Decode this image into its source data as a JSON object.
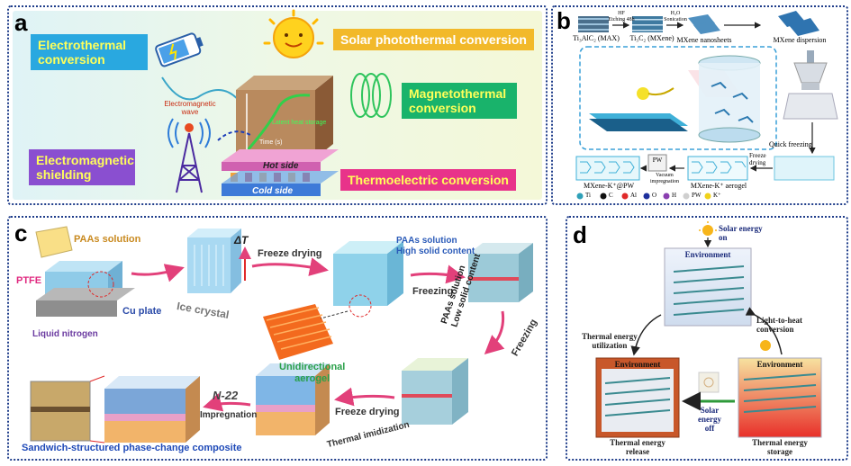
{
  "panel_a": {
    "label": "a",
    "electrothermal": "Electrothermal\nconversion",
    "solar": "Solar photothermal conversion",
    "magnetothermal": "Magnetothermal\nconversion",
    "electromagnetic_shielding": "Electromagnetic\nshielding",
    "thermoelectric": "Thermoelectric conversion",
    "em_wave": "Electromagnetic\nwave",
    "hot_side": "Hot side",
    "cold_side": "Cold side",
    "time_axis": "Time (s)",
    "latent_storage": "Latent heat\nstorage",
    "colors": {
      "electrothermal_bg": "#29a8e0",
      "solar_bg": "#f2b92a",
      "magneto_bg": "#19b36b",
      "shielding_bg": "#8a4fd0",
      "thermo_bg": "#e8338a"
    }
  },
  "panel_b": {
    "label": "b",
    "steps": [
      "Ti₃AlC₂ (MAX)",
      "Ti₃C₂ (MXene)",
      "MXene nanosheets",
      "MXene dispersion"
    ],
    "step_arrows": [
      "HF\nEtching 48h",
      "H₂O\nSonication"
    ],
    "quick_freezing": "Quick freezing",
    "freeze_drying": "Freeze\ndrying",
    "vacuum": "Vacuum\nimpregnation",
    "pw": "PW",
    "aerogel": "MXene-K⁺ aerogel",
    "composite": "MXene-K⁺@PW",
    "legend": [
      "Ti",
      "C",
      "Al",
      "O",
      "H",
      "PW",
      "K⁺"
    ]
  },
  "panel_c": {
    "label": "c",
    "paas_solution": "PAAs solution",
    "ptfe": "PTFE",
    "cu_plate": "Cu plate",
    "liquid_nitrogen": "Liquid nitrogen",
    "ice_crystal": "Ice crystal",
    "delta_t": "ΔT",
    "freeze_drying_1": "Freeze drying",
    "paas_high": "PAAs solution\nHigh solid content",
    "freezing_1": "Freezing",
    "unidirectional": "Unidirectional\naerogel",
    "paas_low": "PAAs solution\nLow solid content",
    "freezing_2": "Freezing",
    "freeze_drying_2": "Freeze drying",
    "thermal_imidization": "Thermal imidization",
    "n22": "N-22",
    "impregnation": "Impregnation",
    "composite": "Sandwich-structured phase-change composite"
  },
  "panel_d": {
    "label": "d",
    "solar_on": "Solar energy\non",
    "environment_top": "Environment",
    "light_to_heat": "Light-to-heat\nconversion",
    "environment_left": "Environment",
    "environment_right": "Environment",
    "thermal_utilization": "Thermal energy\nutilization",
    "solar_off": "Solar energy\noff",
    "release": "Thermal energy\nrelease",
    "storage": "Thermal energy\nstorage"
  }
}
